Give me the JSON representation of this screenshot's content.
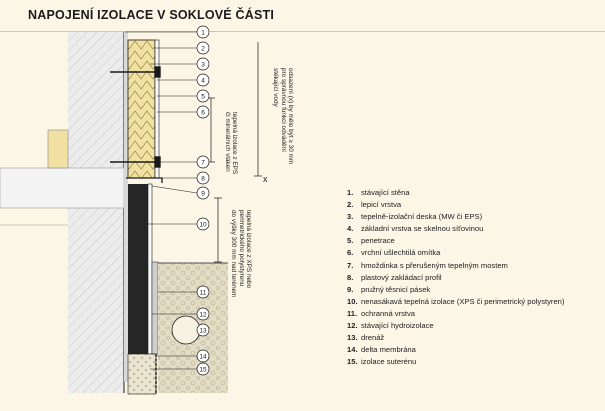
{
  "title": "NAPOJENÍ IZOLACE V SOKLOVÉ ČÁSTI",
  "callout_numbers": [
    "1",
    "2",
    "3",
    "4",
    "5",
    "6",
    "7",
    "8",
    "9",
    "10",
    "11",
    "12",
    "13",
    "14",
    "15"
  ],
  "legend": [
    {
      "num": "1.",
      "text": "stávající stěna"
    },
    {
      "num": "2.",
      "text": "lepicí vrstva"
    },
    {
      "num": "3.",
      "text": "tepelně-izolační deska (MW či EPS)"
    },
    {
      "num": "4.",
      "text": "základní vrstva se skelnou síťovinou"
    },
    {
      "num": "5.",
      "text": "penetrace"
    },
    {
      "num": "6.",
      "text": "vrchní ušlechtilá omítka"
    },
    {
      "num": "7.",
      "text": "hmoždinka s přerušeným tepelným mostem"
    },
    {
      "num": "8.",
      "text": "plastový zakládací profil"
    },
    {
      "num": "9.",
      "text": "pružný těsnicí pásek"
    },
    {
      "num": "10.",
      "text": "nenasákavá tepelná izolace (XPS či perimetrický polystyren)"
    },
    {
      "num": "11.",
      "text": "ochranná vrstva"
    },
    {
      "num": "12.",
      "text": "stávající hydroizolace"
    },
    {
      "num": "13.",
      "text": "drenáž"
    },
    {
      "num": "14.",
      "text": "delta membrána"
    },
    {
      "num": "15.",
      "text": "izolace suterénu"
    }
  ],
  "labels": {
    "upper_insulation": "tepelná izolace z EPS\nči minerálních vláken",
    "lower_insulation": "tepelná izolace z XPS nebo\nperimetrického polystyrenu\ndo výšky 300 mm nad terénem",
    "overlap": "odsazení (x) by mělo být ≥ 30 mm\npro správnou funkci odvádění\nstékající vody",
    "x_mark": "x"
  },
  "colors": {
    "background": "#fbf6e6",
    "wall_hatch": "#e4e4e4",
    "insulation": "#f1e2a3",
    "xps": "#262626",
    "gravel": "#e7e1cc",
    "line": "#1a1a1a"
  }
}
